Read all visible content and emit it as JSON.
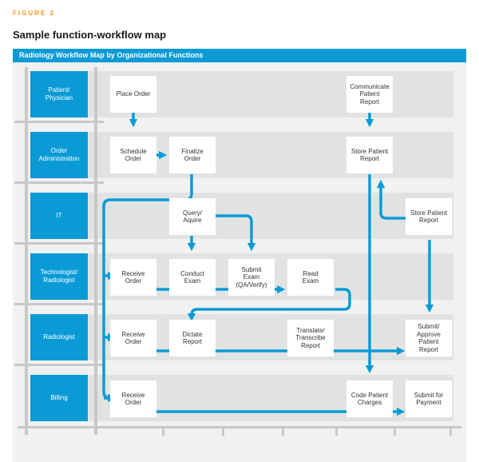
{
  "figure_label": "FIGURE 2",
  "figure_title": "Sample function-workflow map",
  "panel_title": "Radiology Workflow Map by Organizational Functions",
  "colors": {
    "accent_blue": "#0a9bd7",
    "orange": "#f7941d",
    "lane_gray": "#e1e3e2",
    "panel_bg": "#f0f1f1"
  },
  "lanes": [
    {
      "label": "Patient/\nPhysician"
    },
    {
      "label": "Order\nAdministration"
    },
    {
      "label": "IT"
    },
    {
      "label": "Technologist/\nRadiologist"
    },
    {
      "label": "Radiologist"
    },
    {
      "label": "Billing"
    }
  ],
  "steps": {
    "place_order": "Place Order",
    "communicate_report": "Communicate\nPatient\nReport",
    "schedule_order": "Schedule\nOrder",
    "finalize_order": "Finalize\nOrder",
    "store_report_admin": "Store Patient\nReport",
    "query_aquire": "Query/\nAquire",
    "store_report_it": "Store Patient\nReport",
    "receive_order_tech": "Receive\nOrder",
    "conduct_exam": "Conduct\nExam",
    "submit_exam": "Submit\nExam\n(QA/Verify)",
    "read_exam": "Read\nExam",
    "receive_order_rad": "Receive\nOrder",
    "dictate_report": "Dictate\nReport",
    "translate_report": "Translate/\nTranscribe\nReport",
    "submit_approve": "Submit/\nApprove\nPatient\nReport",
    "receive_order_billing": "Receive\nOrder",
    "code_charges": "Code Patient\nCharges",
    "submit_payment": "Submit for\nPayment"
  }
}
